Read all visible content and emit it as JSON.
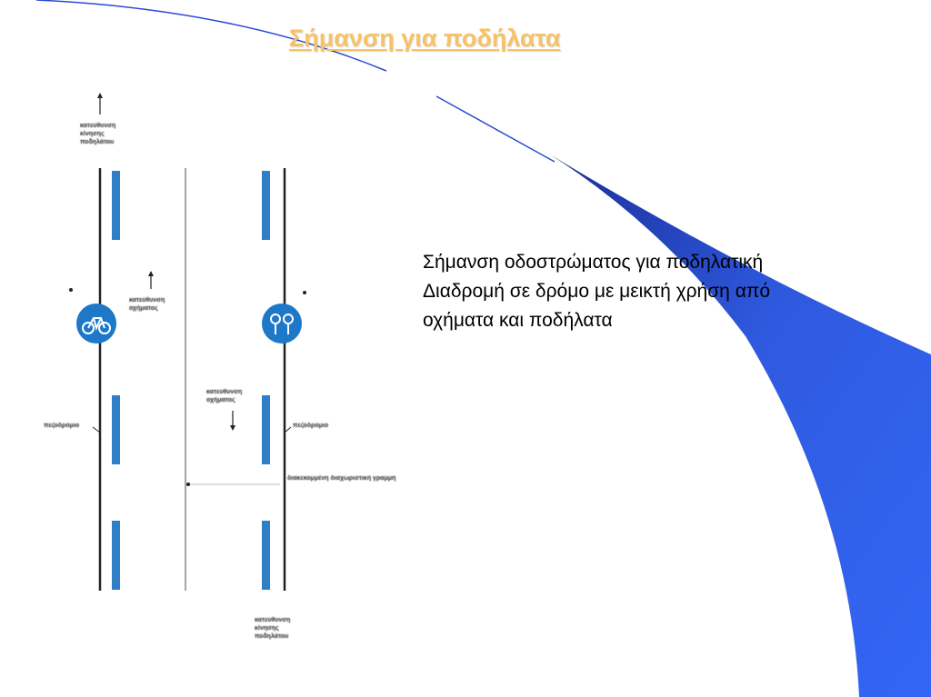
{
  "slide": {
    "title": "Σήμανση για ποδήλατα",
    "body_lines": [
      "Σήμανση οδοστρώματος για ποδηλατική",
      "Διαδρομή σε δρόμο με μεικτή χρήση από",
      "οχήματα και ποδήλατα"
    ]
  },
  "diagram": {
    "labels": {
      "top_left": [
        "κατεύθυνση",
        "κίνησης",
        "ποδηλάτου"
      ],
      "mid_vehicle_up": [
        "κατεύθυνση",
        "οχήματος"
      ],
      "mid_vehicle_down": [
        "κατεύθυνση",
        "οχήματος"
      ],
      "left_curb": "πεζοδρόμιο",
      "right_curb": "πεζοδρόμιο",
      "center_line": "διακεκομμένη διαχωριστική γραμμή",
      "bottom_right": [
        "κατεύθυνση",
        "κίνησης",
        "ποδηλάτου"
      ]
    },
    "icons": [
      "bicycle-sign-icon",
      "cyclist-sign-icon"
    ]
  },
  "colors": {
    "title": "#f7c264",
    "swoosh": "#3366f0",
    "lane_mark": "#2f7fc8",
    "sign_blue": "#1e78c8"
  }
}
